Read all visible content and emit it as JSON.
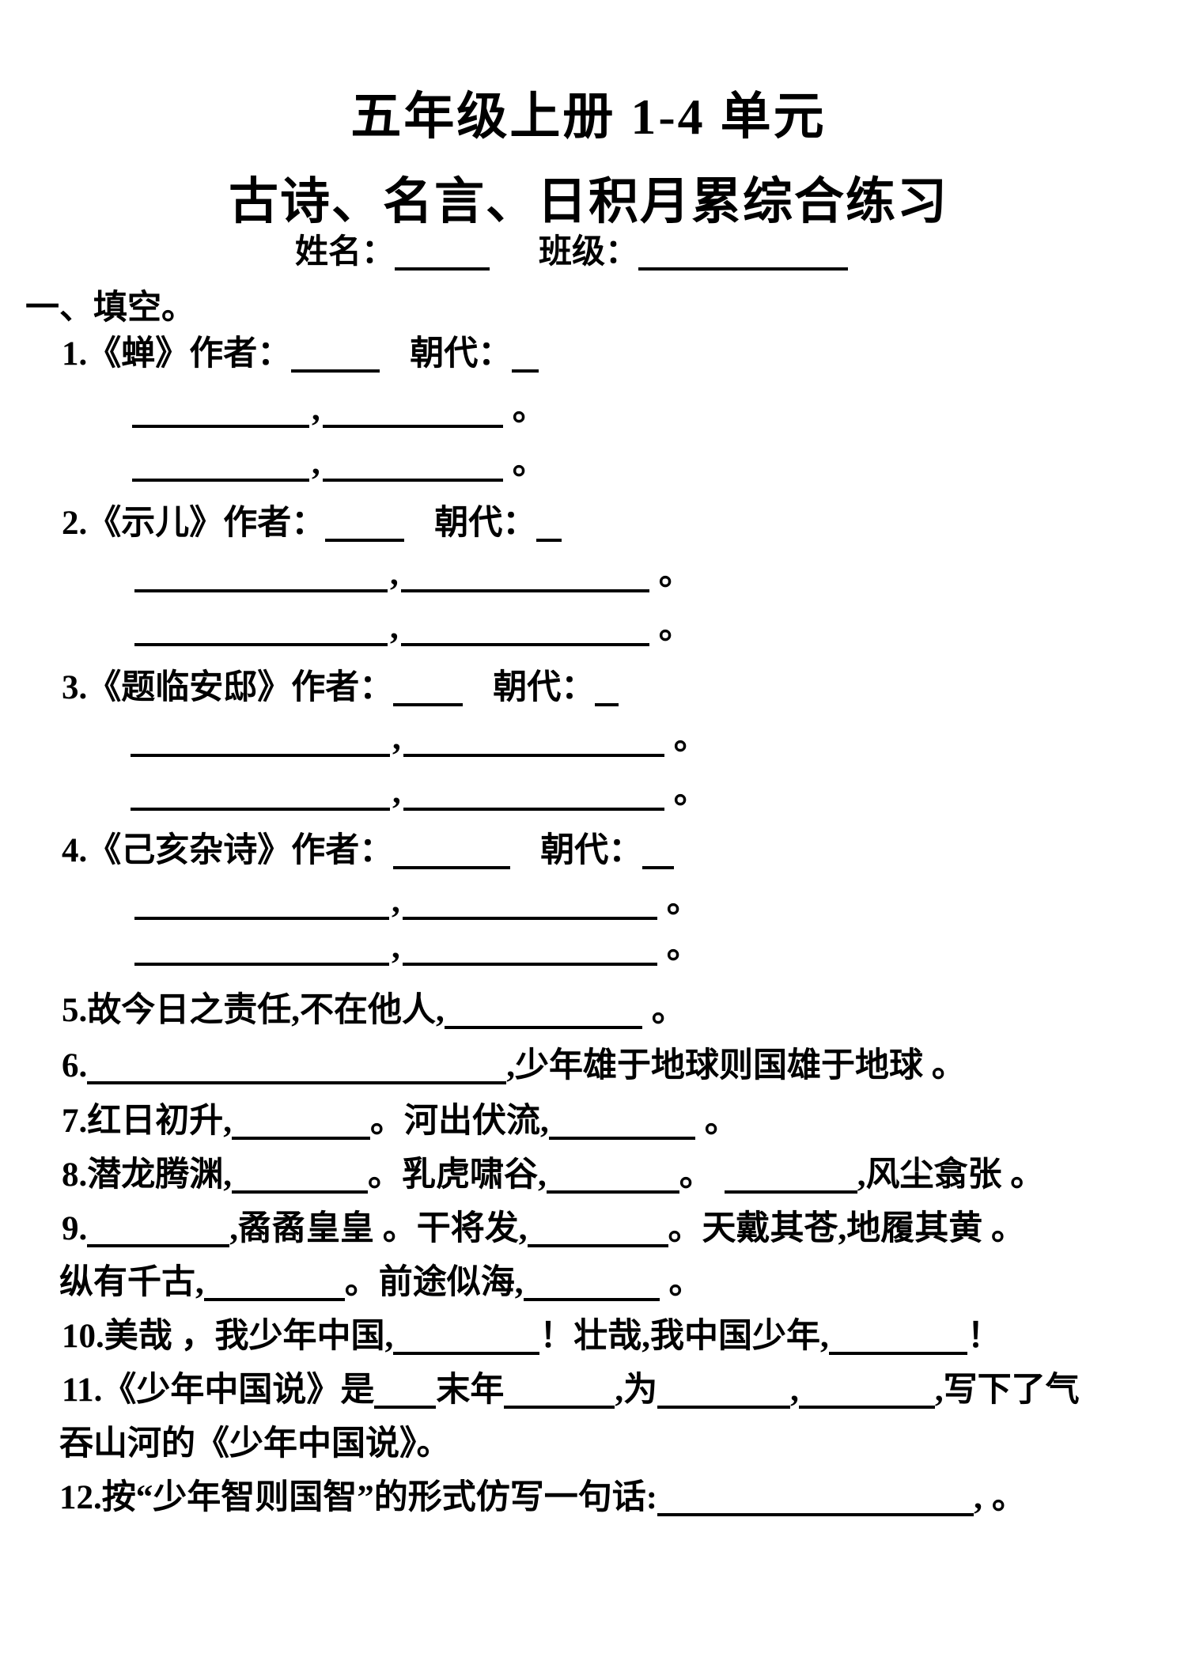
{
  "header": {
    "title_line1": "五年级上册 1-4 单元",
    "title_line2": "古诗、名言、日积月累综合练习",
    "name_label": "姓名：",
    "class_label": "班级："
  },
  "section_heading": "一、填空。",
  "punct": {
    "comma": ",",
    "period": "。"
  },
  "questions": {
    "q1": {
      "no": "1.",
      "title": "《蝉》作者：",
      "dynasty": "朝代："
    },
    "q2": {
      "no": "2.",
      "title": "《示儿》作者：",
      "dynasty": "朝代："
    },
    "q3": {
      "no": "3.",
      "title": "《题临安邸》作者：",
      "dynasty": "朝代："
    },
    "q4": {
      "no": "4.",
      "title": "《己亥杂诗》作者：",
      "dynasty": "朝代："
    },
    "q5": {
      "no": "5.",
      "a": "故今日之责任,不在他人,"
    },
    "q6": {
      "no": "6.",
      "a": ",少年雄于地球则国雄于地球 。"
    },
    "q7": {
      "no": "7.",
      "a": "红日初升,",
      "b": "。河出伏流,"
    },
    "q8": {
      "no": "8.",
      "a": "潜龙腾渊,",
      "b": "。乳虎啸谷,",
      "c": "。",
      "d": ",风尘翕张 。"
    },
    "q9": {
      "no": "9.",
      "a": ",矞矞皇皇 。干将发,",
      "b": "。天戴其苍,地履其黄 。",
      "c": "纵有千古,",
      "d": "。前途似海,"
    },
    "q10": {
      "no": "10.",
      "a": "美哉 ，我少年中国,",
      "b": "！壮哉,我中国少年,",
      "c": "！"
    },
    "q11": {
      "no": "11.",
      "a": "《少年中国说》是",
      "b": "末年",
      "c": ",为",
      "d": ",",
      "e": ",写下了气",
      "f": "吞山河的《少年中国说》。"
    },
    "q12": {
      "no": "12.",
      "a": "按“少年智则国智”的形式仿写一句话:",
      "b": ",",
      "c": "。"
    }
  }
}
